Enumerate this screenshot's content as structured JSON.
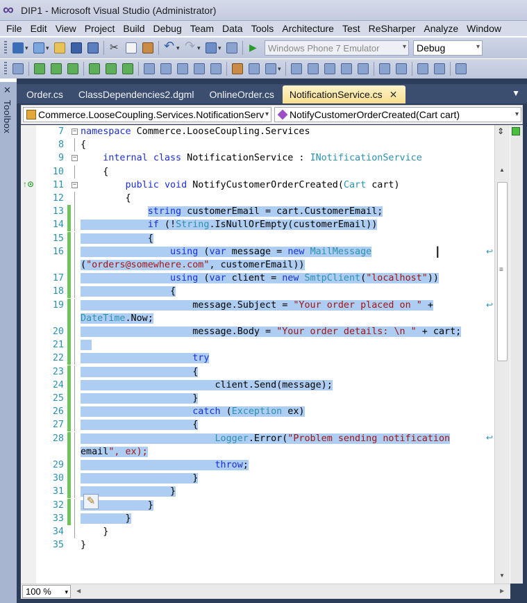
{
  "window": {
    "title": "DIP1 - Microsoft Visual Studio (Administrator)"
  },
  "menu": [
    "File",
    "Edit",
    "View",
    "Project",
    "Build",
    "Debug",
    "Team",
    "Data",
    "Tools",
    "Architecture",
    "Test",
    "ReSharper",
    "Analyze",
    "Window"
  ],
  "toolbar": {
    "target_device": "Windows Phone 7 Emulator",
    "configuration": "Debug"
  },
  "toolbox": {
    "label": "Toolbox"
  },
  "tabs": [
    {
      "label": "Order.cs",
      "active": false
    },
    {
      "label": "ClassDependencies2.dgml",
      "active": false
    },
    {
      "label": "OnlineOrder.cs",
      "active": false
    },
    {
      "label": "NotificationService.cs",
      "active": true
    }
  ],
  "navigation": {
    "type_value": "Commerce.LooseCoupling.Services.NotificationServ",
    "member_value": "NotifyCustomerOrderCreated(Cart cart)"
  },
  "editor": {
    "zoom": "100 %",
    "lines": [
      {
        "n": "7",
        "text": "namespace Commerce.LooseCoupling.Services"
      },
      {
        "n": "8",
        "text": "{"
      },
      {
        "n": "9",
        "text": "    internal class NotificationService : INotificationService"
      },
      {
        "n": "10",
        "text": "    {"
      },
      {
        "n": "11",
        "text": "        public void NotifyCustomerOrderCreated(Cart cart)"
      },
      {
        "n": "12",
        "text": "        {"
      },
      {
        "n": "13",
        "text": "            string customerEmail = cart.CustomerEmail;"
      },
      {
        "n": "14",
        "text": "            if (!String.IsNullOrEmpty(customerEmail))"
      },
      {
        "n": "15",
        "text": "            {"
      },
      {
        "n": "16",
        "text": "                using (var message = new MailMessage"
      },
      {
        "n": "",
        "text": "(\"orders@somewhere.com\", customerEmail))"
      },
      {
        "n": "17",
        "text": "                using (var client = new SmtpClient(\"localhost\"))"
      },
      {
        "n": "18",
        "text": "                {"
      },
      {
        "n": "19",
        "text": "                    message.Subject = \"Your order placed on \" +"
      },
      {
        "n": "",
        "text": "DateTime.Now;"
      },
      {
        "n": "20",
        "text": "                    message.Body = \"Your order details: \\n \" + cart;"
      },
      {
        "n": "21",
        "text": ""
      },
      {
        "n": "22",
        "text": "                    try"
      },
      {
        "n": "23",
        "text": "                    {"
      },
      {
        "n": "24",
        "text": "                        client.Send(message);"
      },
      {
        "n": "25",
        "text": "                    }"
      },
      {
        "n": "26",
        "text": "                    catch (Exception ex)"
      },
      {
        "n": "27",
        "text": "                    {"
      },
      {
        "n": "28",
        "text": "                        Logger.Error(\"Problem sending notification"
      },
      {
        "n": "",
        "text": "email\", ex);"
      },
      {
        "n": "29",
        "text": "                        throw;"
      },
      {
        "n": "30",
        "text": "                    }"
      },
      {
        "n": "31",
        "text": "                }"
      },
      {
        "n": "32",
        "text": "            }"
      },
      {
        "n": "33",
        "text": "        }"
      },
      {
        "n": "34",
        "text": "    }"
      },
      {
        "n": "35",
        "text": "}"
      }
    ]
  },
  "colors": {
    "keyword": "#1b2fd6",
    "type": "#2b91af",
    "string": "#a31515",
    "selection": "#adcef2",
    "line_number": "#2b91af",
    "changed_marker": "#6ec45a"
  }
}
